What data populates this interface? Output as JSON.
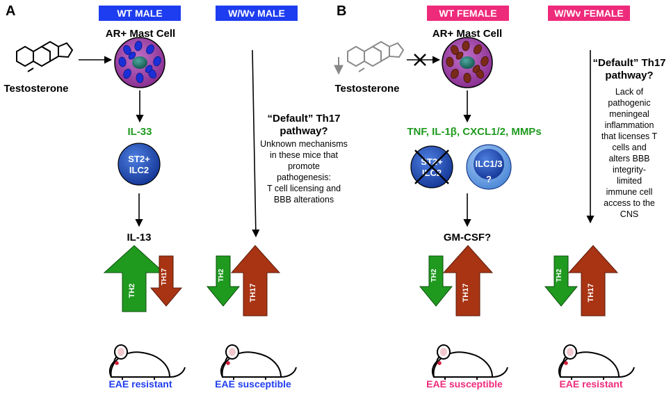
{
  "panels": {
    "a": {
      "letter": "A",
      "wt_label": "WT MALE",
      "wwv_label": "W/Wv  MALE",
      "hormone": "Testosterone",
      "cell": "AR+ Mast Cell",
      "cytokine": "IL-33",
      "ilc_line1": "ST2+",
      "ilc_line2": "ILC2",
      "mediator": "IL-13",
      "wt_arrow_up": "TH2",
      "wt_arrow_down": "TH17",
      "wwv_arrow_down": "TH2",
      "wwv_arrow_up": "TH17",
      "wt_outcome": "EAE resistant",
      "wwv_outcome": "EAE susceptible",
      "default_title_1": "“Default” Th17",
      "default_title_2": "pathway?",
      "default_text": [
        "Unknown mechanisms",
        "in these mice that",
        "promote",
        "pathogenesis:",
        "T cell licensing and",
        "BBB alterations"
      ]
    },
    "b": {
      "letter": "B",
      "wt_label": "WT FEMALE",
      "wwv_label": "W/Wv FEMALE",
      "hormone": "Testosterone",
      "cell": "AR+ Mast Cell",
      "cytokines": "TNF, IL-1β, CXCL1/2, MMPs",
      "ilc_line1": "ST2+",
      "ilc_line2": "ILC2",
      "ilc13_line1": "ILC1/3",
      "ilc13_line2": "?",
      "mediator": "GM-CSF?",
      "wt_arrow_down": "TH2",
      "wt_arrow_up": "TH17",
      "wwv_arrow_down": "TH2",
      "wwv_arrow_up": "TH17",
      "wt_outcome": "EAE susceptible",
      "wwv_outcome": "EAE resistant",
      "default_title_1": "“Default” Th17",
      "default_title_2": "pathway?",
      "default_text": [
        "Lack of",
        "pathogenic",
        "meningeal",
        "inflammation",
        "that licenses T",
        "cells and",
        "alters BBB",
        "integrity-",
        "limited",
        "immune cell",
        "access to the",
        "CNS"
      ]
    }
  },
  "colors": {
    "male_blue": "#1e3cf0",
    "female_pink": "#ee2a7b",
    "green": "#1f9a1f",
    "rust": "#a83414"
  }
}
